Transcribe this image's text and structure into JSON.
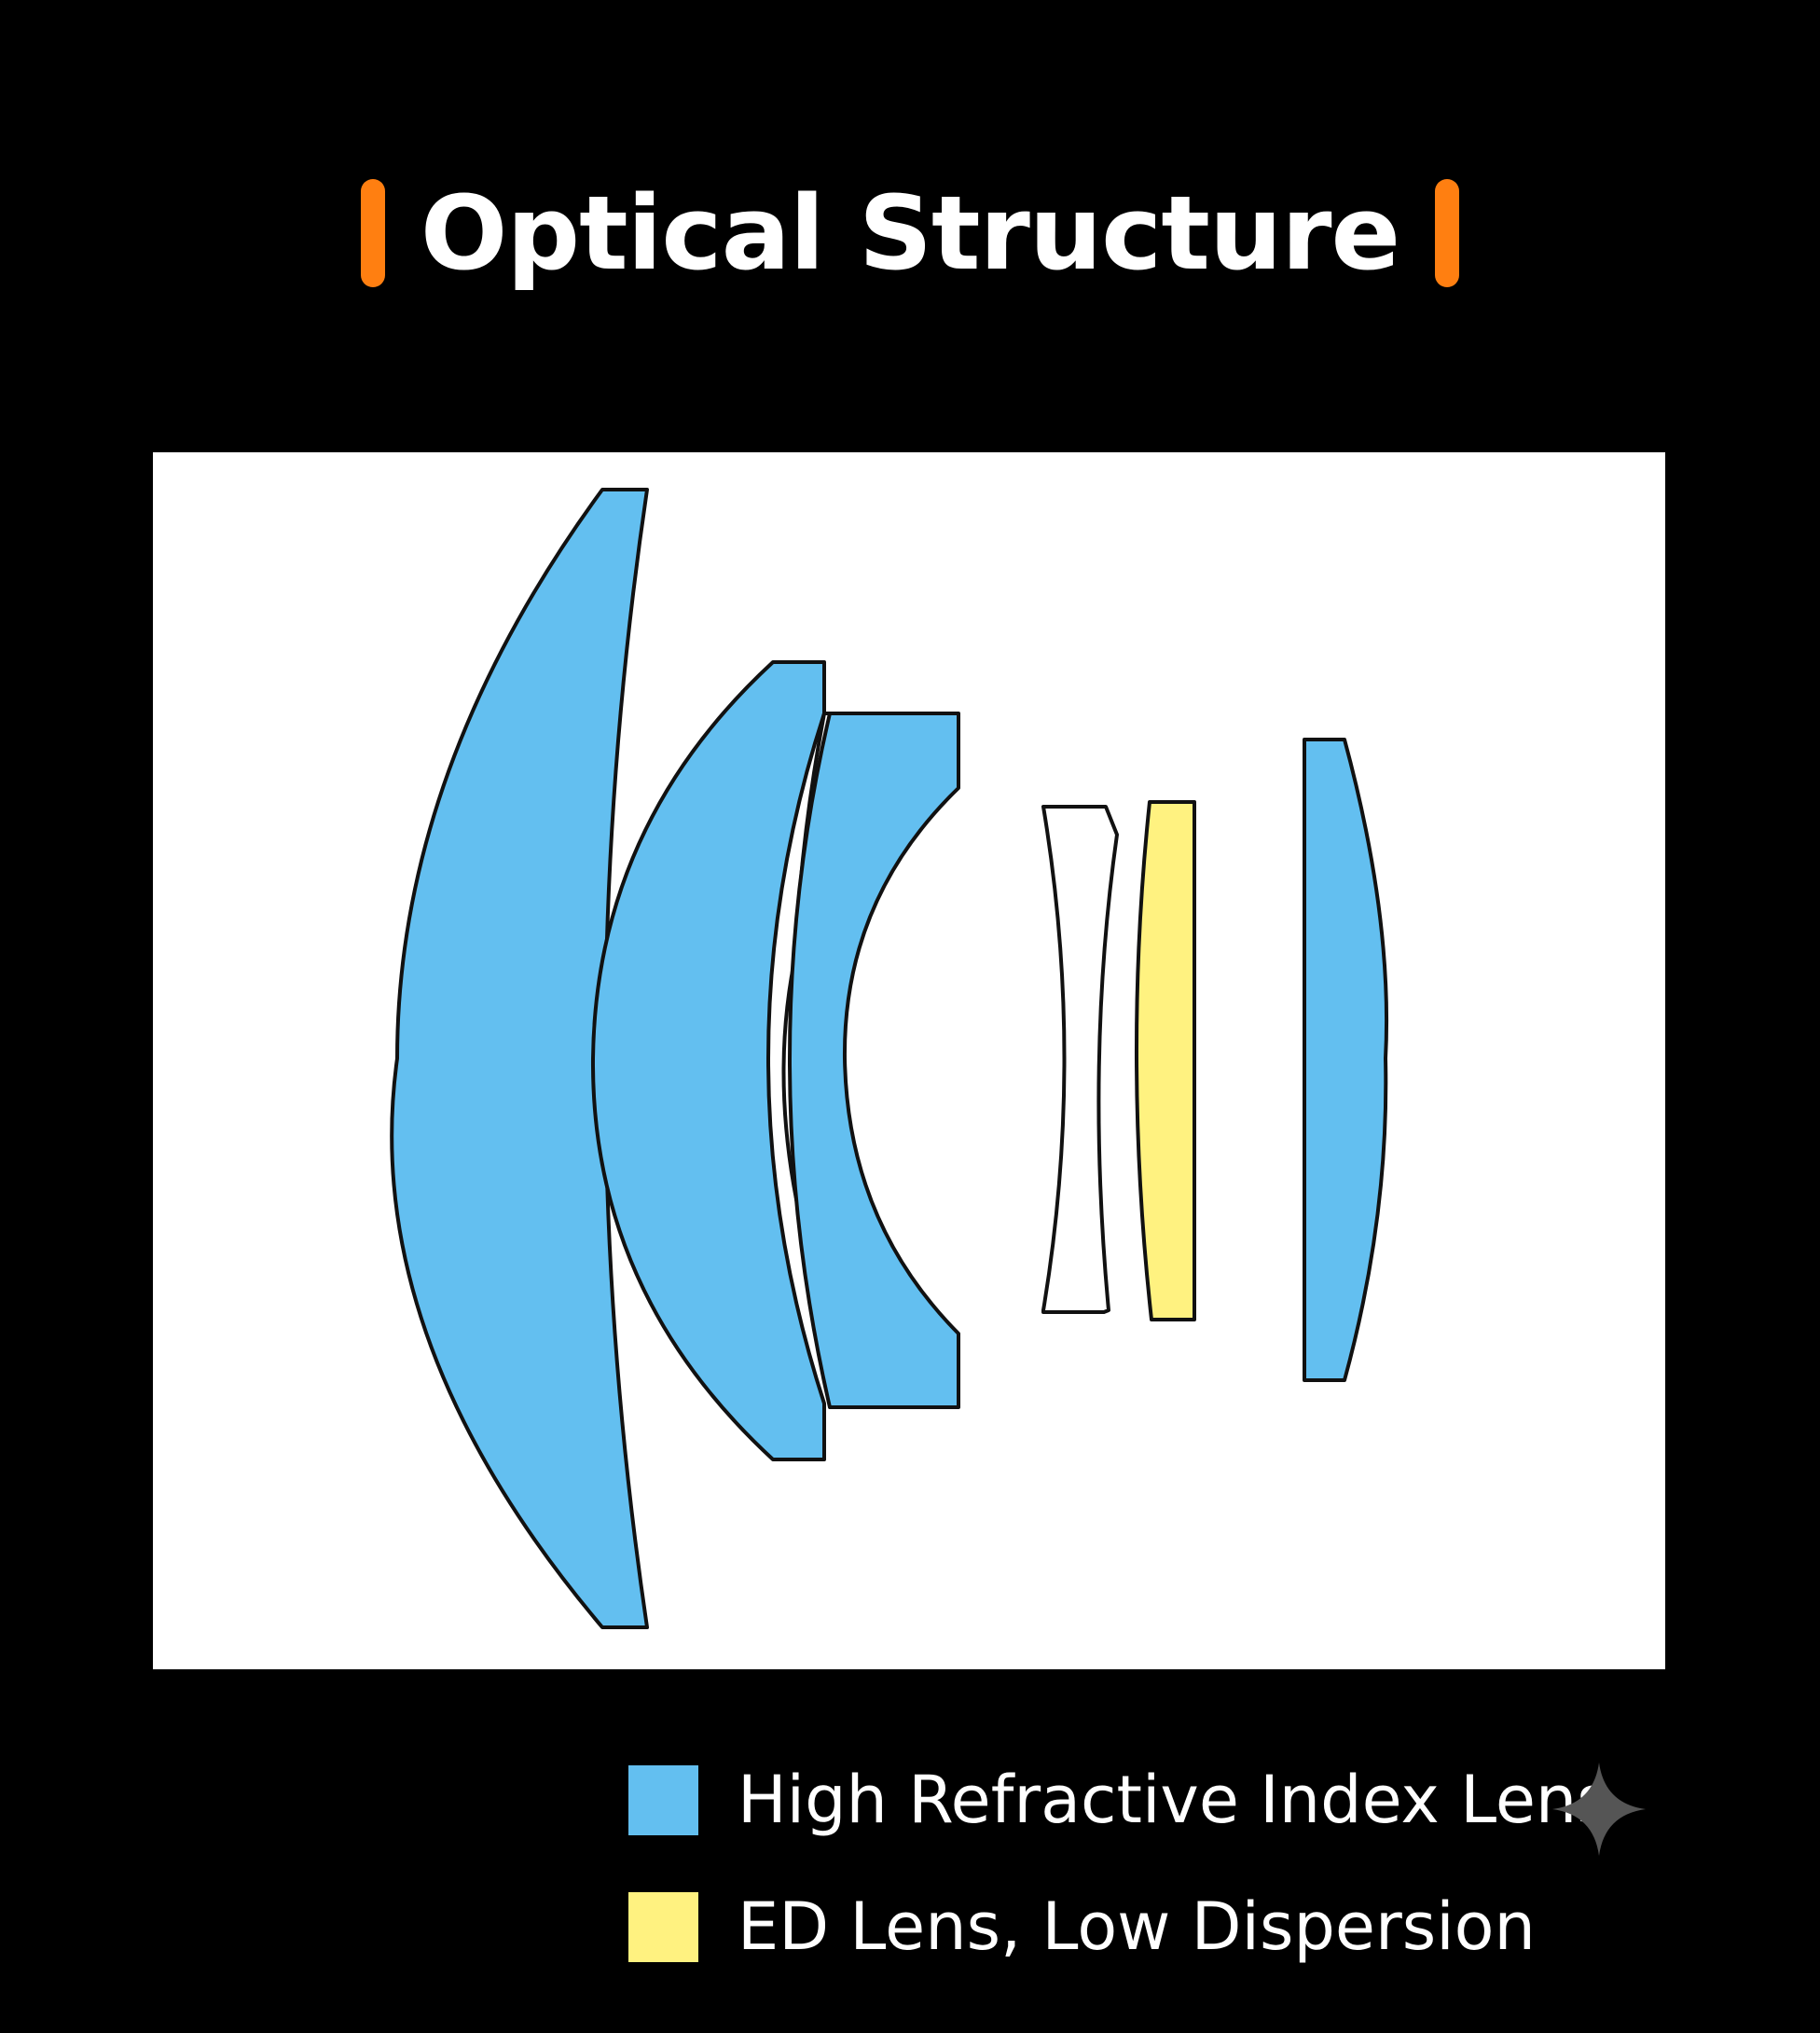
{
  "title": "Optical Structure",
  "colors": {
    "background": "#000000",
    "accent": "#ff7f11",
    "high_refractive_lens": "#63bff0",
    "ed_lens": "#fff280",
    "plain_lens": "#ffffff",
    "outline": "#111111"
  },
  "diagram": {
    "elements": [
      {
        "type": "high-refractive-index"
      },
      {
        "type": "high-refractive-index"
      },
      {
        "type": "high-refractive-index"
      },
      {
        "type": "standard"
      },
      {
        "type": "ed"
      },
      {
        "type": "high-refractive-index"
      }
    ]
  },
  "legend": [
    {
      "label": "High Refractive Index Lens",
      "color": "#63bff0"
    },
    {
      "label": "ED Lens, Low Dispersion",
      "color": "#fff280"
    }
  ],
  "icons": {
    "watermark": "sparkle-icon"
  }
}
